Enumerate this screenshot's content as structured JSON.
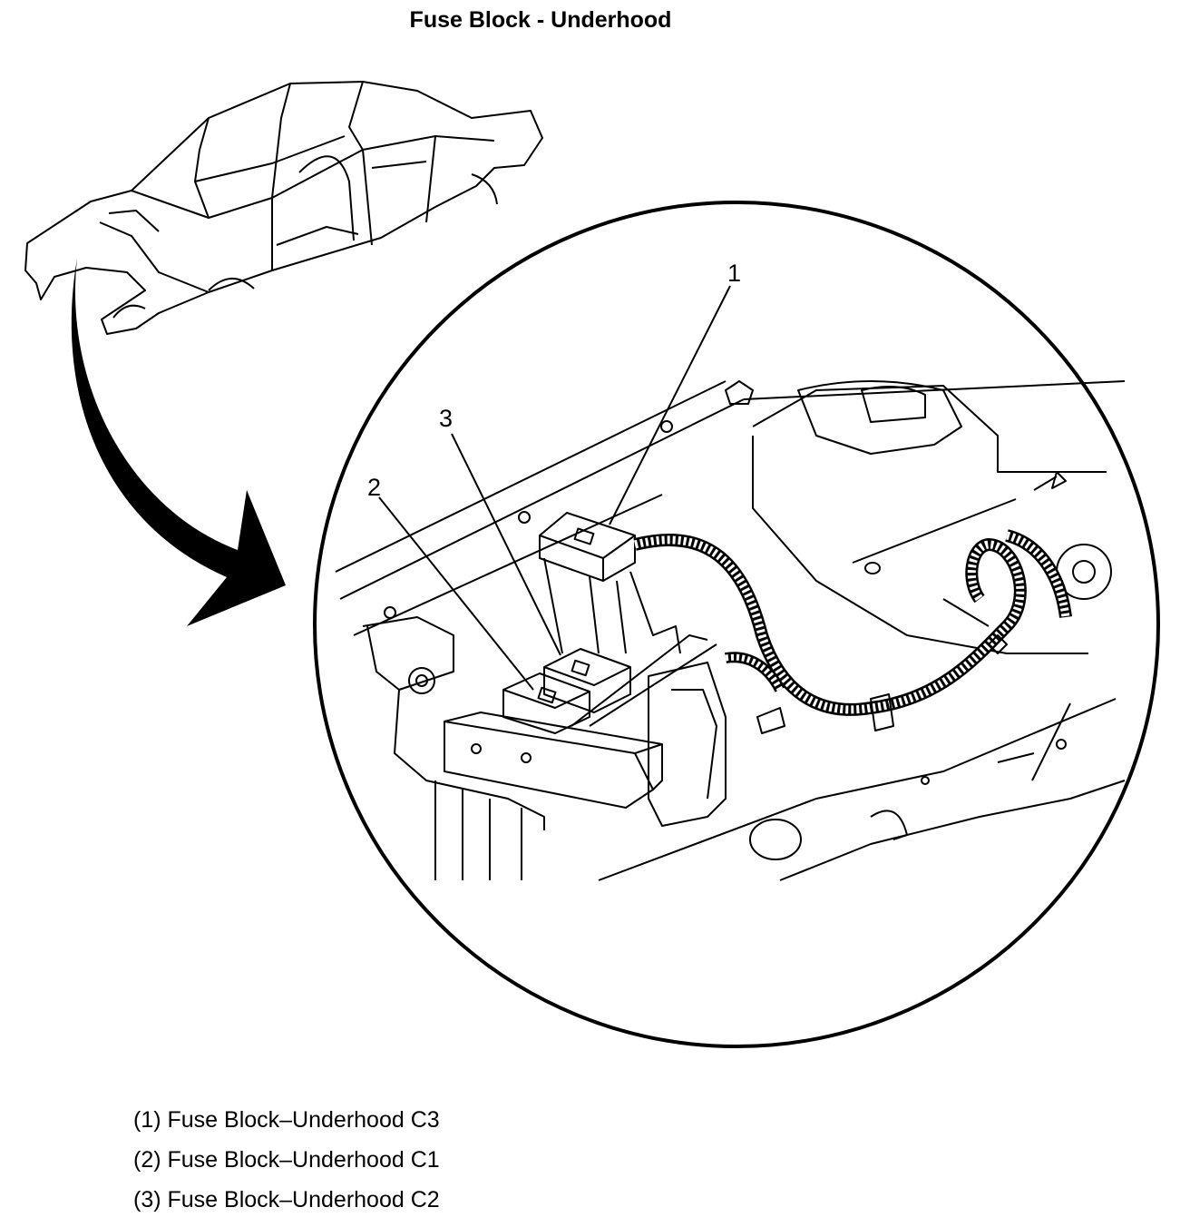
{
  "title": "Fuse Block - Underhood",
  "callouts": [
    {
      "number": "1"
    },
    {
      "number": "2"
    },
    {
      "number": "3"
    }
  ],
  "legend": [
    {
      "text": "(1) Fuse Block–Underhood C3"
    },
    {
      "text": "(2) Fuse Block–Underhood C1"
    },
    {
      "text": "(3) Fuse Block–Underhood C2"
    }
  ]
}
